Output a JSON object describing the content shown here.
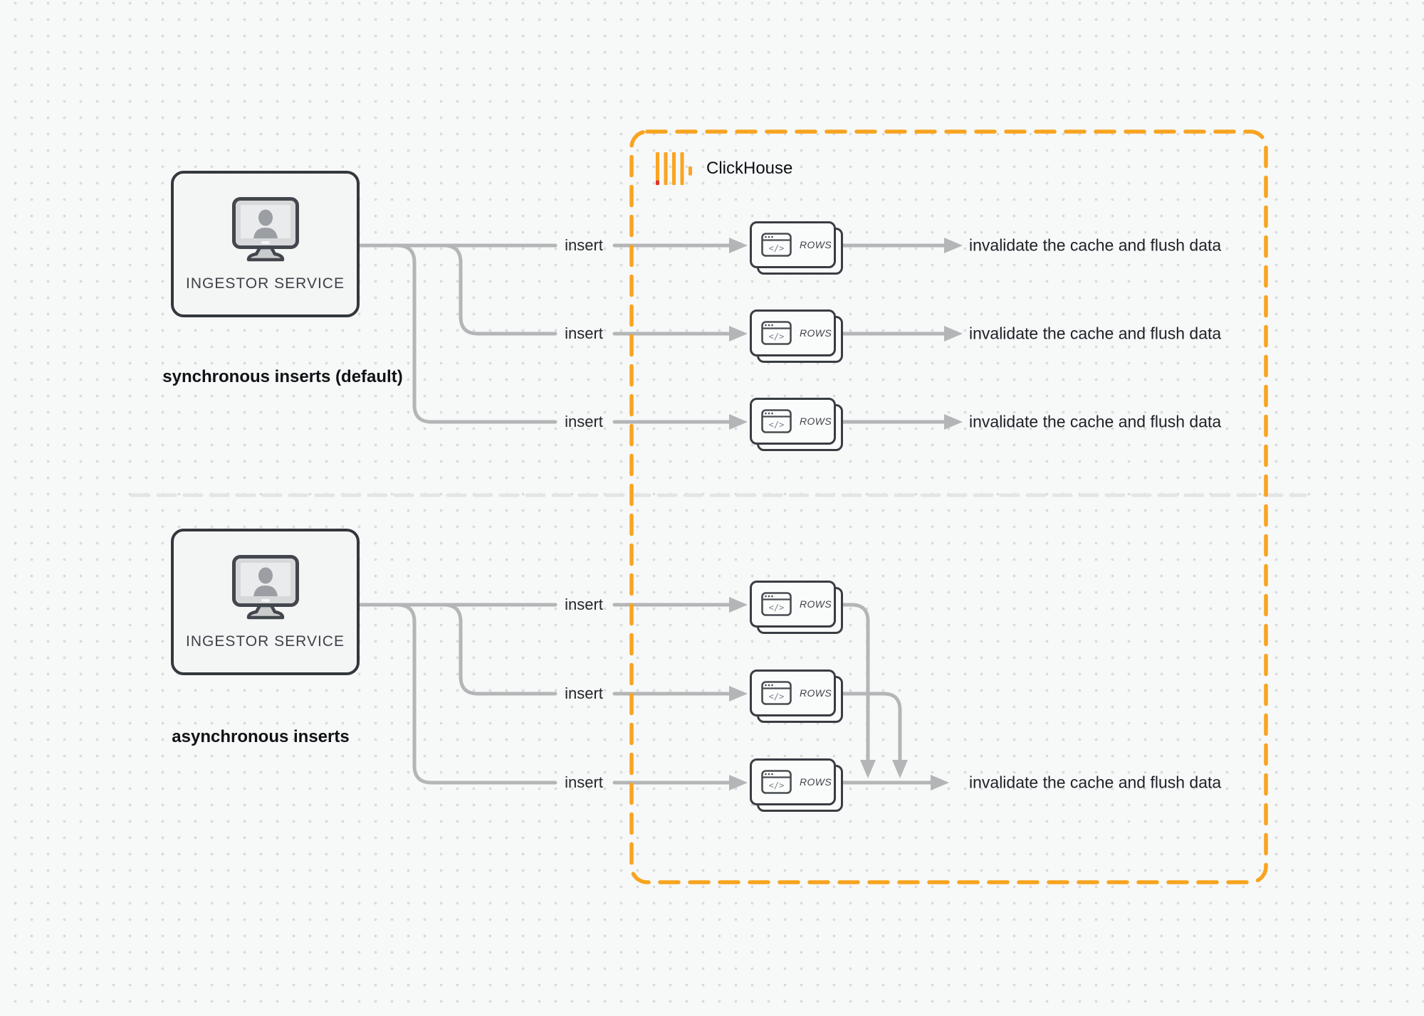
{
  "clickhouse": {
    "label": "ClickHouse"
  },
  "sections": {
    "sync": {
      "caption": "synchronous inserts (default)",
      "service_label": "INGESTOR SERVICE"
    },
    "async": {
      "caption": "asynchronous inserts",
      "service_label": "INGESTOR SERVICE"
    }
  },
  "labels": {
    "insert": "insert",
    "rows": "ROWS",
    "code": "</>",
    "invalidate": "invalidate the cache and flush data"
  },
  "icons": {
    "ingestor": "monitor-user-icon",
    "rows_card": "code-window-icon",
    "clickhouse": "clickhouse-bars-icon"
  },
  "colors": {
    "background": "#f7f8f8",
    "dot_grid": "#d9dadc",
    "accent_orange": "#F7A41F",
    "logo_yellow": "#F9A522",
    "logo_red": "#E0342C",
    "connector_gray": "#b3b5b7",
    "border_dark": "#383d42",
    "divider_gray": "#e3e4e5"
  }
}
